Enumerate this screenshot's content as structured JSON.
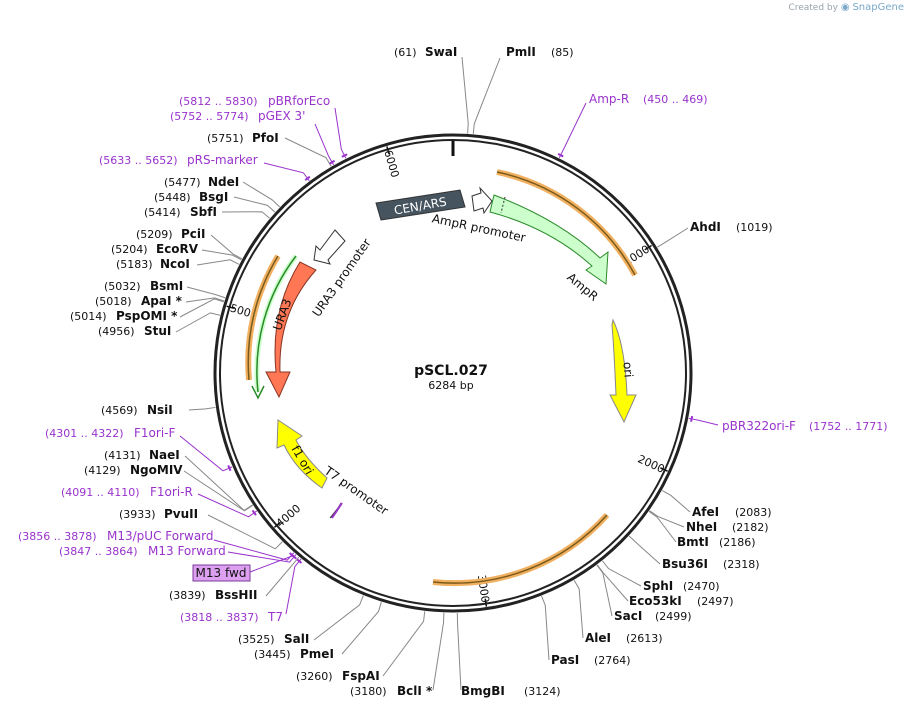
{
  "brand": {
    "prefix": "Created by",
    "name": "SnapGene"
  },
  "plasmid": {
    "name": "pSCL.027",
    "length_label": "6284 bp",
    "length": 6284
  },
  "colors": {
    "primer": "#9933cc",
    "site": "#000000",
    "ampr": "#ccffcc",
    "ori": "#ffff00",
    "ura3": "#ff7755",
    "cen": "#465460",
    "promoter": "#ffffff",
    "orange_outline": "#f0b060",
    "green_outline": "#33aa33"
  },
  "ticks": [
    {
      "label": "1000",
      "pos": 1000
    },
    {
      "label": "2000",
      "pos": 2000
    },
    {
      "label": "3000",
      "pos": 3000
    },
    {
      "label": "4000",
      "pos": 4000
    },
    {
      "label": "5000",
      "pos": 5000
    },
    {
      "label": "6000",
      "pos": 6000
    }
  ],
  "sites": [
    {
      "name": "SwaI",
      "coord": "(61)"
    },
    {
      "name": "PmlI",
      "coord": "(85)"
    },
    {
      "name": "AhdI",
      "coord": "(1019)"
    },
    {
      "name": "AfeI",
      "coord": "(2083)"
    },
    {
      "name": "NheI",
      "coord": "(2182)"
    },
    {
      "name": "BmtI",
      "coord": "(2186)"
    },
    {
      "name": "Bsu36I",
      "coord": "(2318)"
    },
    {
      "name": "SphI",
      "coord": "(2470)"
    },
    {
      "name": "Eco53kI",
      "coord": "(2497)"
    },
    {
      "name": "SacI",
      "coord": "(2499)"
    },
    {
      "name": "AleI",
      "coord": "(2613)"
    },
    {
      "name": "PasI",
      "coord": "(2764)"
    },
    {
      "name": "BmgBI",
      "coord": "(3124)"
    },
    {
      "name": "BclI *",
      "coord": "(3180)"
    },
    {
      "name": "FspAI",
      "coord": "(3260)"
    },
    {
      "name": "PmeI",
      "coord": "(3445)"
    },
    {
      "name": "SalI",
      "coord": "(3525)"
    },
    {
      "name": "BssHII",
      "coord": "(3839)"
    },
    {
      "name": "PvuII",
      "coord": "(3933)"
    },
    {
      "name": "NgoMIV",
      "coord": "(4129)"
    },
    {
      "name": "NaeI",
      "coord": "(4131)"
    },
    {
      "name": "NsiI",
      "coord": "(4569)"
    },
    {
      "name": "StuI",
      "coord": "(4956)"
    },
    {
      "name": "PspOMI *",
      "coord": "(5014)"
    },
    {
      "name": "ApaI *",
      "coord": "(5018)"
    },
    {
      "name": "BsmI",
      "coord": "(5032)"
    },
    {
      "name": "NcoI",
      "coord": "(5183)"
    },
    {
      "name": "EcoRV",
      "coord": "(5204)"
    },
    {
      "name": "PciI",
      "coord": "(5209)"
    },
    {
      "name": "SbfI",
      "coord": "(5414)"
    },
    {
      "name": "BsgI",
      "coord": "(5448)"
    },
    {
      "name": "NdeI",
      "coord": "(5477)"
    },
    {
      "name": "PfoI",
      "coord": "(5751)"
    }
  ],
  "primers": [
    {
      "name": "pBRforEco",
      "coord": "(5812 .. 5830)"
    },
    {
      "name": "pGEX 3'",
      "coord": "(5752 .. 5774)"
    },
    {
      "name": "pRS-marker",
      "coord": "(5633 .. 5652)"
    },
    {
      "name": "Amp-R",
      "coord": "(450 .. 469)"
    },
    {
      "name": "pBR322ori-F",
      "coord": "(1752 .. 1771)"
    },
    {
      "name": "F1ori-F",
      "coord": "(4301 .. 4322)"
    },
    {
      "name": "F1ori-R",
      "coord": "(4091 .. 4110)"
    },
    {
      "name": "M13/pUC Forward",
      "coord": "(3856 .. 3878)"
    },
    {
      "name": "M13 Forward",
      "coord": "(3847 .. 3864)"
    },
    {
      "name": "T7",
      "coord": "(3818 .. 3837)"
    }
  ],
  "feature_labels": {
    "cen_ars": "CEN/ARS",
    "ampr_promoter": "AmpR promoter",
    "ampr": "AmpR",
    "ori": "ori",
    "ura3": "URA3",
    "ura3_promoter": "URA3 promoter",
    "f1_ori": "f1 ori",
    "t7_promoter": "T7 promoter",
    "m13_fwd_box": "M13 fwd"
  }
}
